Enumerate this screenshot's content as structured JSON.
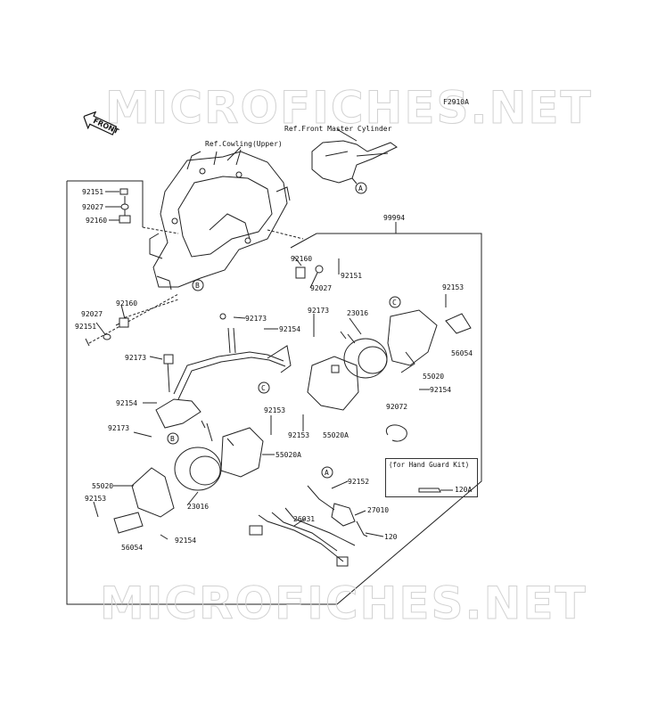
{
  "figure_code": "F2910A",
  "watermark": "MICROFICHES.NET",
  "front_label": "FRONT",
  "refs": {
    "front_master_cylinder": "Ref.Front Master Cylinder",
    "cowling_upper": "Ref.Cowling(Upper)"
  },
  "kit_box_title": "(for Hand Guard Kit)",
  "parts": {
    "p99994": "99994",
    "p92151_a": "92151",
    "p92027_a": "92027",
    "p92160_a": "92160",
    "p92160_b": "92160",
    "p92027_b": "92027",
    "p92151_b": "92151",
    "p92173_a": "92173",
    "p92173_b": "92173",
    "p92173_c": "92173",
    "p92173_d": "92173",
    "p92160_c": "92160",
    "p92027_c": "92027",
    "p92151_c": "92151",
    "p92154_a": "92154",
    "p92154_b": "92154",
    "p92154_c": "92154",
    "p92154_d": "92154",
    "p92153_a": "92153",
    "p92153_b": "92153",
    "p92153_c": "92153",
    "p92153_d": "92153",
    "p23016_a": "23016",
    "p23016_b": "23016",
    "p55020_a": "55020",
    "p55020_b": "55020",
    "p55020A_a": "55020A",
    "p55020A_b": "55020A",
    "p56054_a": "56054",
    "p56054_b": "56054",
    "p92072": "92072",
    "p92152": "92152",
    "p27010": "27010",
    "p26031": "26031",
    "p120": "120",
    "p120A": "120A"
  },
  "callouts": {
    "a1": "A",
    "a2": "A",
    "b1": "B",
    "b2": "B",
    "c1": "C",
    "c2": "C"
  }
}
